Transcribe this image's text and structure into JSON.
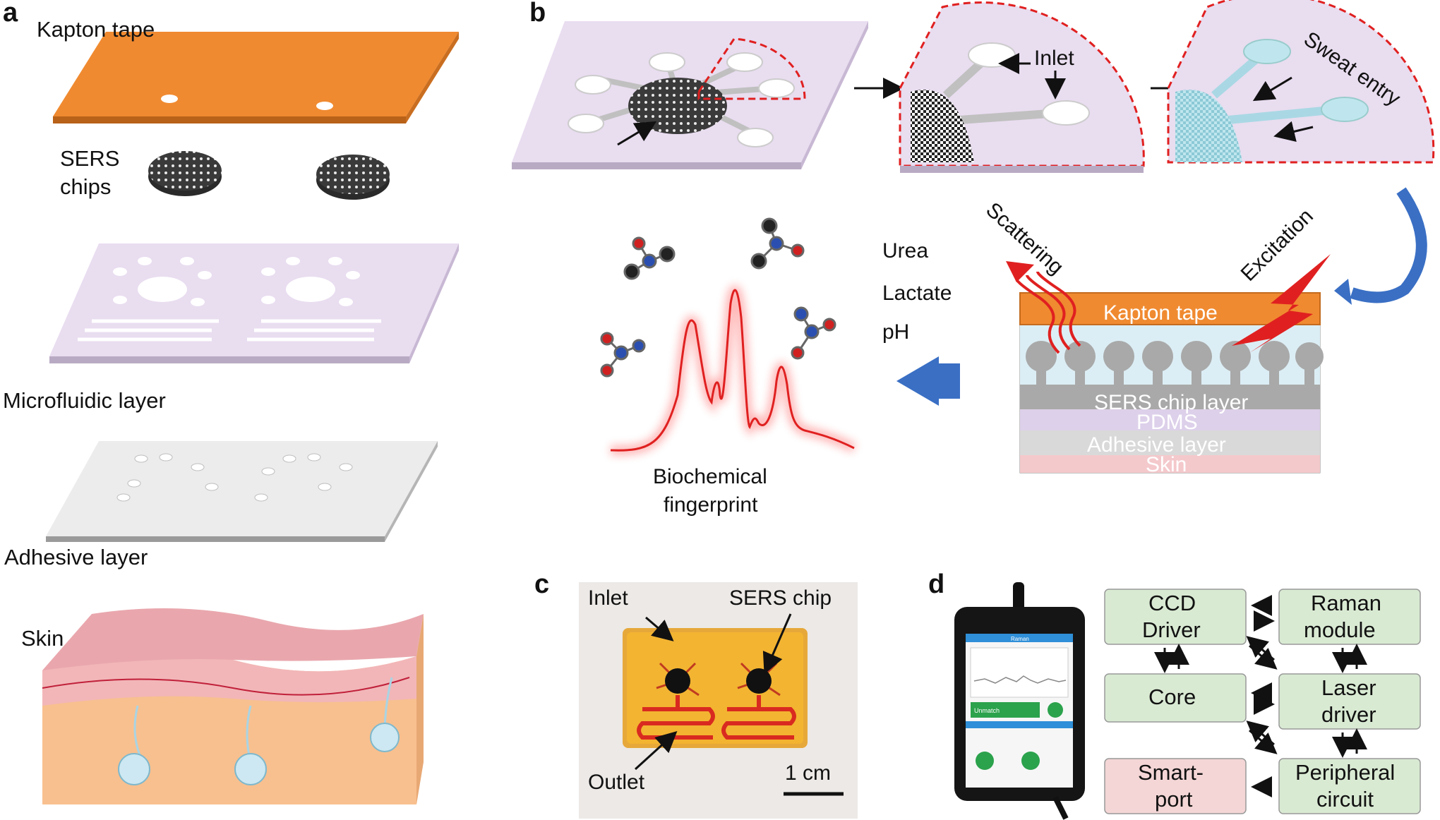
{
  "panels": {
    "a": "a",
    "b": "b",
    "c": "c",
    "d": "d"
  },
  "panel_a": {
    "kapton_tape": "Kapton tape",
    "sers_chips_line1": "SERS",
    "sers_chips_line2": "chips",
    "microfluidic_layer": "Microfluidic layer",
    "adhesive_layer": "Adhesive layer",
    "skin": "Skin"
  },
  "panel_b": {
    "inlet": "Inlet",
    "sweat_entry": "Sweat entry",
    "scattering": "Scattering",
    "excitation": "Excitation",
    "analytes": [
      "Urea",
      "Lactate",
      "pH"
    ],
    "fingerprint_line1": "Biochemical",
    "fingerprint_line2": "fingerprint",
    "stack_layers": [
      "Kapton tape",
      "SERS chip layer",
      "PDMS",
      "Adhesive layer",
      "Skin"
    ]
  },
  "panel_c": {
    "inlet": "Inlet",
    "sers_chip": "SERS chip",
    "outlet": "Outlet",
    "scale_bar": "1 cm"
  },
  "panel_d": {
    "boxes": {
      "ccd_line1": "CCD",
      "ccd_line2": "Driver",
      "raman_line1": "Raman",
      "raman_line2": "module",
      "core": "Core",
      "laser_line1": "Laser",
      "laser_line2": "driver",
      "smart_line1": "Smart-",
      "smart_line2": "port",
      "peripheral_line1": "Peripheral",
      "peripheral_line2": "circuit"
    },
    "phone_app_title": "Raman",
    "phone_status": "Unmatch"
  },
  "colors": {
    "kapton": "#f08a30",
    "microfluidic": "#e9ddf0",
    "skin_top": "#f2b6b8",
    "skin_body": "#f8c08f",
    "box_green": "#d9ead3",
    "box_pink": "#f4d6d6",
    "arrow_blue": "#3a6fc4",
    "signal_red": "#e02020"
  }
}
